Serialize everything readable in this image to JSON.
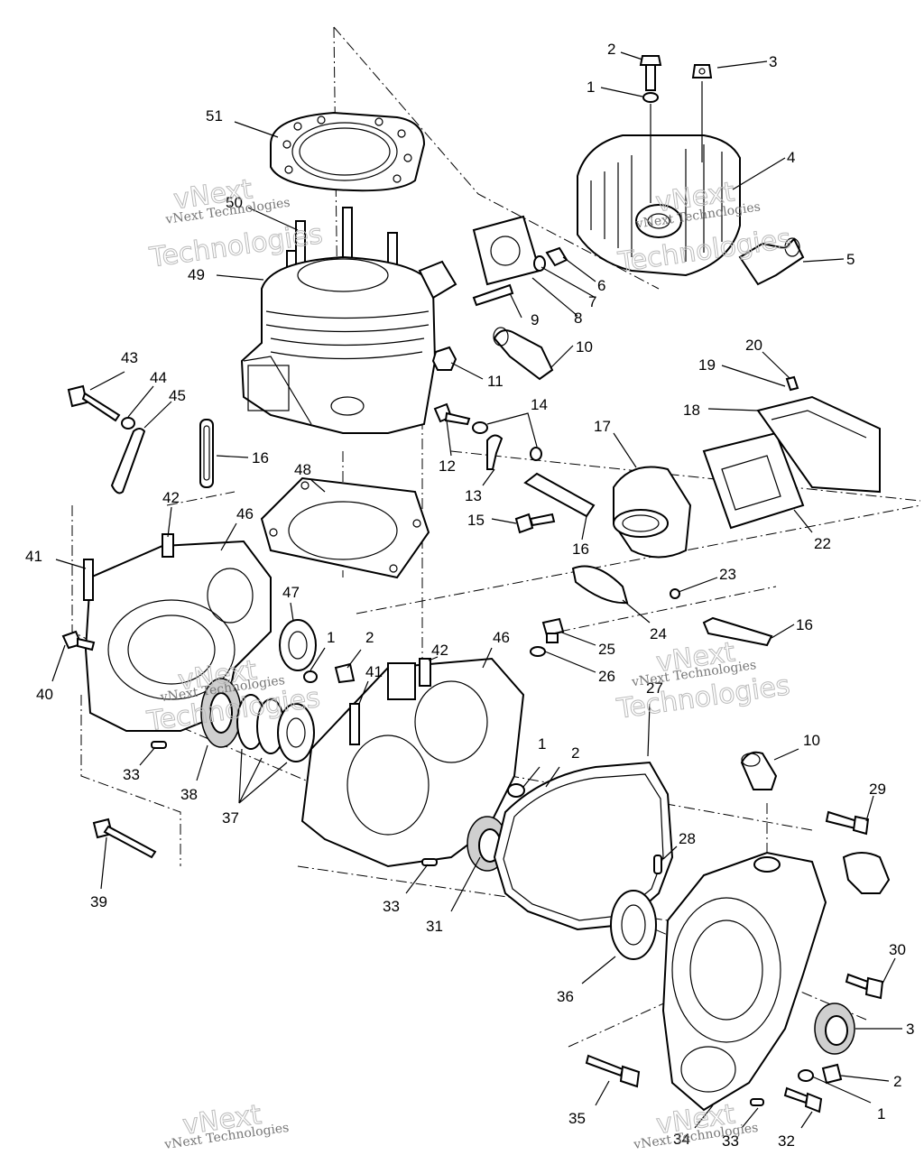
{
  "diagram": {
    "callouts": [
      {
        "id": "c2-top",
        "text": "2",
        "part": "bolt"
      },
      {
        "id": "c3-top",
        "text": "3",
        "part": "nut"
      },
      {
        "id": "c1-top",
        "text": "1",
        "part": "washer"
      },
      {
        "id": "c4",
        "text": "4",
        "part": "cylinder-head"
      },
      {
        "id": "c5",
        "text": "5",
        "part": "elbow-fitting"
      },
      {
        "id": "c6",
        "text": "6",
        "part": "nut"
      },
      {
        "id": "c7",
        "text": "7",
        "part": "washer"
      },
      {
        "id": "c8",
        "text": "8",
        "part": "gasket"
      },
      {
        "id": "c9",
        "text": "9",
        "part": "stud"
      },
      {
        "id": "c10-top",
        "text": "10",
        "part": "hose-fitting"
      },
      {
        "id": "c11",
        "text": "11",
        "part": "nut"
      },
      {
        "id": "c12",
        "text": "12",
        "part": "bolt"
      },
      {
        "id": "c13",
        "text": "13",
        "part": "nipple"
      },
      {
        "id": "c14",
        "text": "14",
        "part": "washer"
      },
      {
        "id": "c15",
        "text": "15",
        "part": "bolt"
      },
      {
        "id": "c16-left",
        "text": "16",
        "part": "strap"
      },
      {
        "id": "c16-mid",
        "text": "16",
        "part": "strap"
      },
      {
        "id": "c16-right",
        "text": "16",
        "part": "strap"
      },
      {
        "id": "c17",
        "text": "17",
        "part": "intake-manifold"
      },
      {
        "id": "c18",
        "text": "18",
        "part": "reed"
      },
      {
        "id": "c19",
        "text": "19",
        "part": "reed-stop"
      },
      {
        "id": "c20",
        "text": "20",
        "part": "screw"
      },
      {
        "id": "c22",
        "text": "22",
        "part": "reed-block"
      },
      {
        "id": "c23",
        "text": "23",
        "part": "screw"
      },
      {
        "id": "c24",
        "text": "24",
        "part": "clamp"
      },
      {
        "id": "c25",
        "text": "25",
        "part": "plug"
      },
      {
        "id": "c26",
        "text": "26",
        "part": "washer"
      },
      {
        "id": "c27",
        "text": "27",
        "part": "gasket"
      },
      {
        "id": "c28",
        "text": "28",
        "part": "pin"
      },
      {
        "id": "c29",
        "text": "29",
        "part": "bolt"
      },
      {
        "id": "c30",
        "text": "30",
        "part": "bolt"
      },
      {
        "id": "c3-right",
        "text": "3",
        "part": "seal"
      },
      {
        "id": "c2-right",
        "text": "2",
        "part": "bolt"
      },
      {
        "id": "c1-right",
        "text": "1",
        "part": "washer"
      },
      {
        "id": "c32",
        "text": "32",
        "part": "bolt"
      },
      {
        "id": "c33-bottom",
        "text": "33",
        "part": "dowel"
      },
      {
        "id": "c34",
        "text": "34",
        "part": "crankcase-cover"
      },
      {
        "id": "c35",
        "text": "35",
        "part": "bolt"
      },
      {
        "id": "c36",
        "text": "36",
        "part": "bearing"
      },
      {
        "id": "c10-right",
        "text": "10",
        "part": "hose-fitting"
      },
      {
        "id": "c1-mid",
        "text": "1",
        "part": "washer"
      },
      {
        "id": "c2-mid",
        "text": "2",
        "part": "bolt"
      },
      {
        "id": "c31",
        "text": "31",
        "part": "seal"
      },
      {
        "id": "c33-mid",
        "text": "33",
        "part": "dowel"
      },
      {
        "id": "c42-mid",
        "text": "42",
        "part": "dowel"
      },
      {
        "id": "c46-mid",
        "text": "46",
        "part": "crankcase-right"
      },
      {
        "id": "c41-mid",
        "text": "41",
        "part": "stud"
      },
      {
        "id": "c1-left",
        "text": "1",
        "part": "washer"
      },
      {
        "id": "c2-left",
        "text": "2",
        "part": "bolt"
      },
      {
        "id": "c47",
        "text": "47",
        "part": "bearing"
      },
      {
        "id": "c46-left",
        "text": "46",
        "part": "crankcase-left"
      },
      {
        "id": "c42-left",
        "text": "42",
        "part": "dowel"
      },
      {
        "id": "c41-left",
        "text": "41",
        "part": "stud"
      },
      {
        "id": "c40",
        "text": "40",
        "part": "bolt"
      },
      {
        "id": "c33-left",
        "text": "33",
        "part": "dowel"
      },
      {
        "id": "c38",
        "text": "38",
        "part": "seal"
      },
      {
        "id": "c37",
        "text": "37",
        "part": "bearings"
      },
      {
        "id": "c39",
        "text": "39",
        "part": "bolt"
      },
      {
        "id": "c43",
        "text": "43",
        "part": "bolt"
      },
      {
        "id": "c44",
        "text": "44",
        "part": "washer"
      },
      {
        "id": "c45",
        "text": "45",
        "part": "spacer"
      },
      {
        "id": "c48",
        "text": "48",
        "part": "base-gasket"
      },
      {
        "id": "c49",
        "text": "49",
        "part": "cylinder"
      },
      {
        "id": "c50",
        "text": "50",
        "part": "studs"
      },
      {
        "id": "c51",
        "text": "51",
        "part": "head-gasket"
      }
    ],
    "watermarks": {
      "small": "vNext Technologies",
      "big_line1": "vNext",
      "big_line2": "Technologies"
    },
    "colors": {
      "ink": "#000000",
      "paper": "#ffffff",
      "watermark": "#bbbbbb"
    }
  }
}
